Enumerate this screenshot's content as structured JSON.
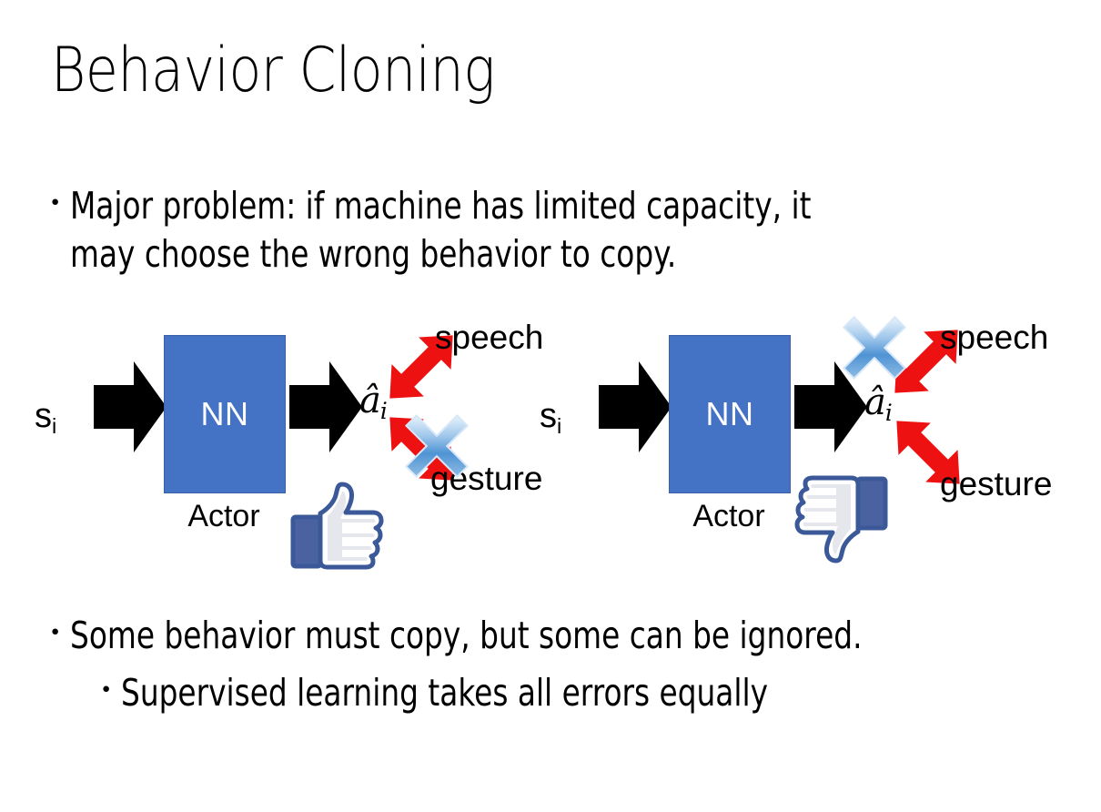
{
  "slide": {
    "title": "Behavior Cloning",
    "background_color": "#FFFFFF",
    "text_color": "#000000"
  },
  "bullets": {
    "top": {
      "marker": "•",
      "line1": "Major problem: if machine has limited capacity, it",
      "line2": "may choose the wrong behavior to copy."
    },
    "bottom_level1": {
      "marker": "•",
      "text": "Some behavior must copy, but some can be ignored."
    },
    "bottom_level2": {
      "marker": "•",
      "text": "Supervised learning takes all errors equally"
    }
  },
  "colors": {
    "nn_fill": "#4472C4",
    "nn_border": "#3A61A8",
    "nn_text": "#FFFFFF",
    "arrow_black": "#000000",
    "arrow_red": "#EE1111",
    "x_blue_light": "#CFE2F7",
    "x_blue_mid": "#6FA8DC",
    "x_blue_dark": "#2E75B6",
    "hand_outline": "#3B5998",
    "hand_fill": "#FFFFFF",
    "hand_cuff": "#4A63A0",
    "hand_shadow": "#E4E6EB"
  },
  "diagrams": [
    {
      "id": "left",
      "state_symbol": "s",
      "state_subscript": "i",
      "network_label": "NN",
      "network_caption": "Actor",
      "action_symbol": "â",
      "action_subscript": "i",
      "outputs": [
        {
          "label": "speech",
          "position": "upper-right",
          "crossed_out": false
        },
        {
          "label": "gesture",
          "position": "lower-right",
          "crossed_out": true
        }
      ],
      "feedback_icon": "thumbs-up-icon",
      "feedback_sentiment": "positive"
    },
    {
      "id": "right",
      "state_symbol": "s",
      "state_subscript": "i",
      "network_label": "NN",
      "network_caption": "Actor",
      "action_symbol": "â",
      "action_subscript": "i",
      "outputs": [
        {
          "label": "speech",
          "position": "upper-right",
          "crossed_out": true
        },
        {
          "label": "gesture",
          "position": "lower-right",
          "crossed_out": false
        }
      ],
      "feedback_icon": "thumbs-down-icon",
      "feedback_sentiment": "negative"
    }
  ]
}
